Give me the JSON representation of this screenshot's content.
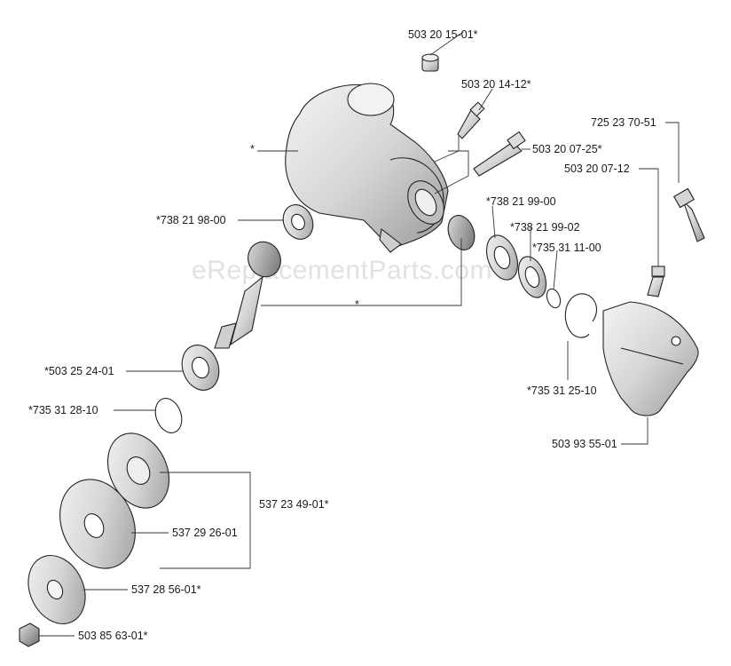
{
  "watermark": "eReplacementParts.com",
  "labels": {
    "cap_plug": "503 20 15-01*",
    "screw_small": "503 20 14-12*",
    "bolt_long": "503 20 07-25*",
    "bolt_hex": "725 23 70-51",
    "screw_guard": "503 20 07-12",
    "housing": "*",
    "bearing_upper": "*738 21 98-00",
    "bearing_mid": "*738 21 99-00",
    "bearing_washer": "*738 21 99-02",
    "circlip_small": "*735 31 11-00",
    "gear_set": "*",
    "circlip_right": "*735 31 25-10",
    "guard": "503 93 55-01",
    "bearing_lower": "*503 25 24-01",
    "circlip_lower": "*735 31 28-10",
    "kit": "537 23 49-01*",
    "cup_plate": "537 29 26-01",
    "support_cup": "537 28 56-01*",
    "nut": "503 85 63-01*"
  }
}
